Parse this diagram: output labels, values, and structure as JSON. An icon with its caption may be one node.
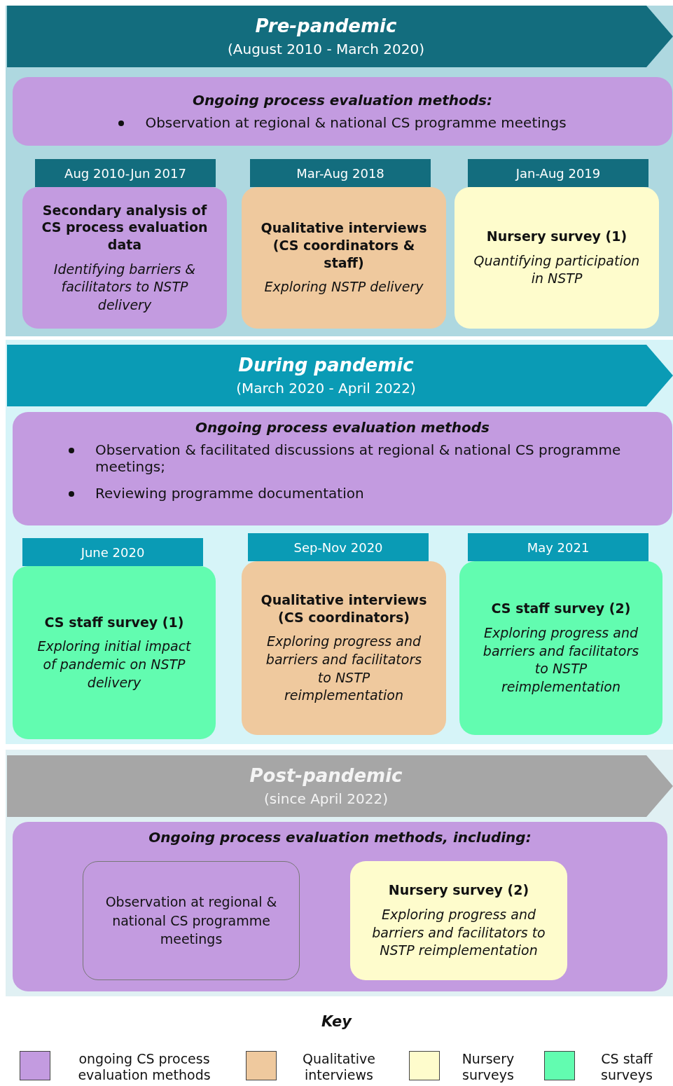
{
  "diagram": {
    "nodes": [
      {
        "text": [
          "Pre-pandemic",
          "(August 2010 - March 2020)"
        ]
      },
      {
        "text": [
          "Ongoing process evaluation methods:",
          "Observation at regional & national CS programme meetings"
        ]
      },
      {
        "text": [
          "Aug 2010-Jun 2017",
          "Secondary analysis of CS process evaluation data",
          "Identifying barriers & facilitators to NSTP delivery"
        ]
      },
      {
        "text": [
          "Mar-Aug 2018",
          "Qualitative interviews (CS coordinators & staff)",
          "Exploring NSTP delivery"
        ]
      },
      {
        "text": [
          "Jan-Aug 2019",
          "Nursery survey (1)",
          "Quantifying participation in NSTP"
        ]
      },
      {
        "text": [
          "During pandemic",
          "(March 2020 - April 2022)"
        ]
      },
      {
        "text": [
          "Ongoing process evaluation methods",
          "Observation & facilitated discussions at regional & national CS programme meetings;",
          "Reviewing programme documentation"
        ]
      },
      {
        "text": [
          "June 2020",
          "CS staff survey (1)",
          "Exploring initial impact of pandemic on NSTP delivery"
        ]
      },
      {
        "text": [
          "Sep-Nov 2020",
          "Qualitative interviews (CS coordinators)",
          "Exploring progress and barriers and facilitators to NSTP reimplementation"
        ]
      },
      {
        "text": [
          "May 2021",
          "CS staff survey (2)",
          "Exploring progress and barriers and facilitators to NSTP reimplementation"
        ]
      },
      {
        "text": [
          "Post-pandemic",
          "(since April 2022)"
        ]
      },
      {
        "text": [
          "Ongoing process evaluation methods, including:"
        ]
      },
      {
        "text": [
          "Observation at regional & national CS programme meetings"
        ],
        "in": 11
      },
      {
        "text": [
          "Nursery survey (2)",
          "Exploring progress and barriers and facilitators to NSTP reimplementation"
        ],
        "in": 11
      }
    ],
    "labels": [
      "Key"
    ],
    "legend": [
      {
        "text": "ongoing CS process evaluation methods",
        "color": "#c39be0"
      },
      {
        "text": "Qualitative interviews",
        "color": "#efc99e"
      },
      {
        "text": "Nursery surveys",
        "color": "#fefccc"
      },
      {
        "text": "CS staff surveys",
        "color": "#62fcb0"
      }
    ]
  }
}
